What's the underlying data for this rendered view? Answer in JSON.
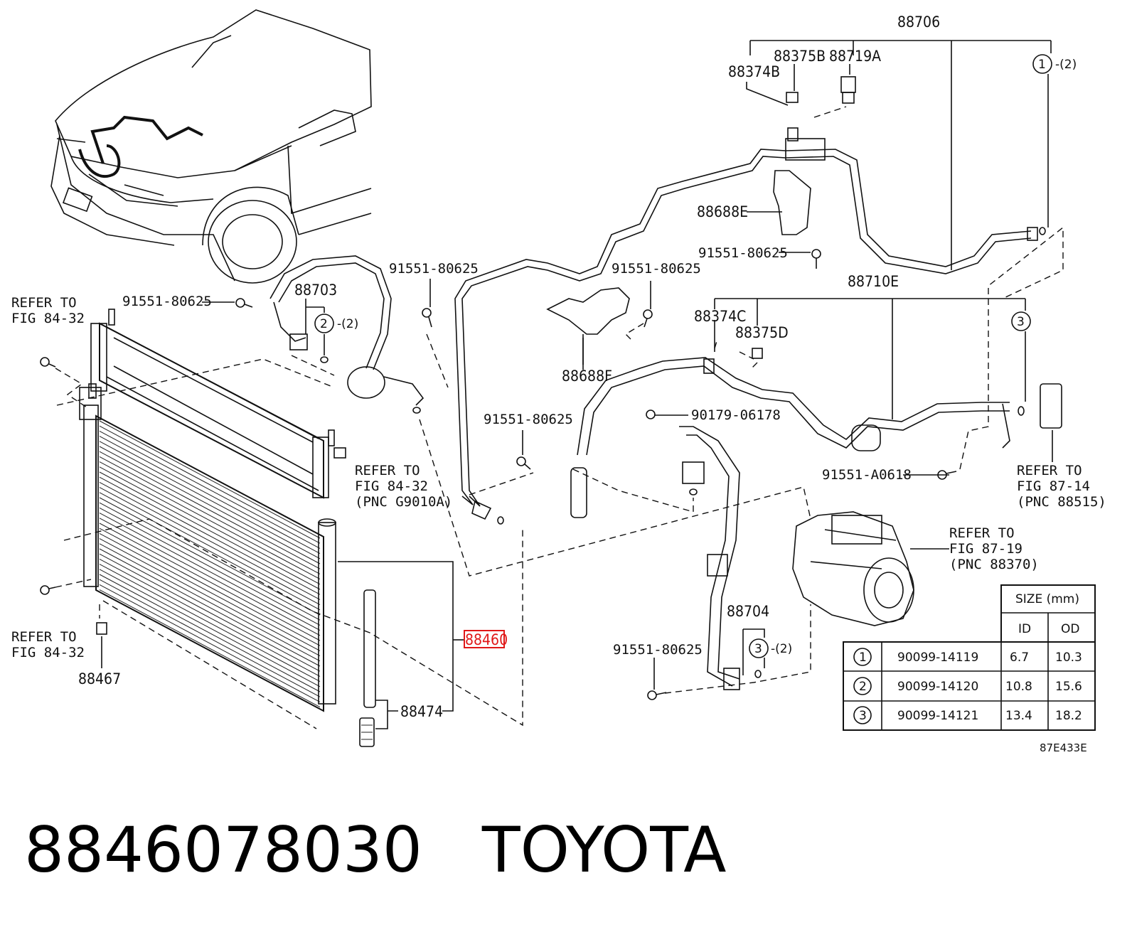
{
  "diagram": {
    "labels": {
      "p88706": "88706",
      "p88375b": "88375B",
      "p88719a": "88719A",
      "p88374b": "88374B",
      "c1": "1",
      "c1q": "-(2)",
      "p88688e": "88688E",
      "b_88688e": "91551-80625",
      "b_88688f": "91551-80625",
      "b_pipe_top": "91551-80625",
      "b_left": "91551-80625",
      "b_pipe_mid": "91551-80625",
      "b_88704": "91551-80625",
      "p88703": "88703",
      "c2": "2",
      "c2q": "-(2)",
      "p88688f": "88688F",
      "p88710e": "88710E",
      "p88374c": "88374C",
      "p88375d": "88375D",
      "c3a": "3",
      "nut": "90179-06178",
      "bA0618": "91551-A0618",
      "refer_tl_1": "REFER TO",
      "refer_tl_2": "FIG 84-32",
      "refer_bl_1": "REFER TO",
      "refer_bl_2": "FIG 84-32",
      "refer_m_1": "REFER TO",
      "refer_m_2": "FIG 84-32",
      "refer_m_3": "(PNC G9010A)",
      "refer_r_1": "REFER TO",
      "refer_r_2": "FIG 87-14",
      "refer_r_3": "(PNC 88515)",
      "refer_c_1": "REFER TO",
      "refer_c_2": "FIG 87-19",
      "refer_c_3": "(PNC 88370)",
      "p88467": "88467",
      "p88460": "88460",
      "p88474": "88474",
      "p88704": "88704",
      "c3b": "3",
      "c3bq": "-(2)",
      "fig_code": "87E433E"
    },
    "size_table": {
      "title": "SIZE (mm)",
      "col_id": "ID",
      "col_od": "OD",
      "rows": [
        {
          "num": "1",
          "part": "90099-14119",
          "id": "6.7",
          "od": "10.3"
        },
        {
          "num": "2",
          "part": "90099-14120",
          "id": "10.8",
          "od": "15.6"
        },
        {
          "num": "3",
          "part": "90099-14121",
          "id": "13.4",
          "od": "18.2"
        }
      ]
    }
  },
  "footer": {
    "part_number": "8846078030",
    "brand": "TOYOTA"
  }
}
